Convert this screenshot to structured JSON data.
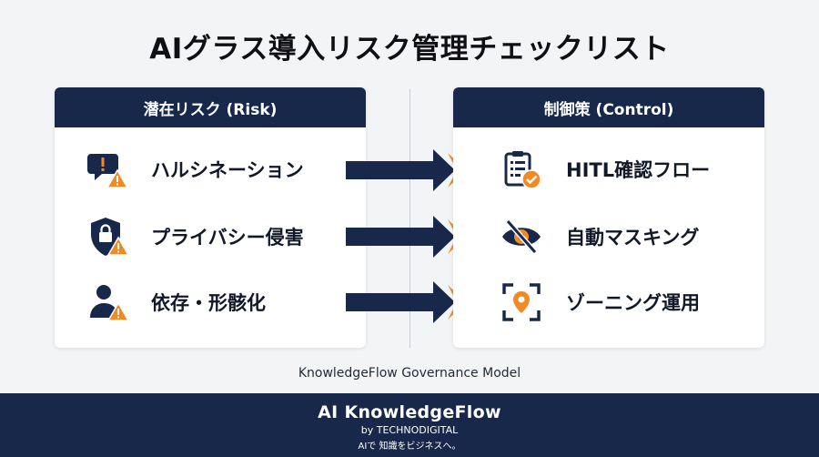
{
  "title": "AIグラス導入リスク管理チェックリスト",
  "risk_panel": {
    "header": "潜在リスク (Risk)",
    "items": [
      {
        "label": "ハルシネーション",
        "icon": "speech-bubble-warning-icon"
      },
      {
        "label": "プライバシー侵害",
        "icon": "shield-lock-warning-icon"
      },
      {
        "label": "依存・形骸化",
        "icon": "person-warning-icon"
      }
    ]
  },
  "control_panel": {
    "header": "制御策 (Control)",
    "items": [
      {
        "label": "HITL確認フロー",
        "icon": "clipboard-check-icon"
      },
      {
        "label": "自動マスキング",
        "icon": "eye-slash-icon"
      },
      {
        "label": "ゾーニング運用",
        "icon": "location-frame-icon"
      }
    ]
  },
  "model_caption": "KnowledgeFlow Governance Model",
  "footer": {
    "brand": "AI KnowledgeFlow",
    "by": "by TECHNODIGITAL",
    "tagline": "AIで 知識をビジネスへ。"
  },
  "colors": {
    "navy": "#17284b",
    "orange": "#f08a24",
    "background": "#f3f4f6"
  }
}
